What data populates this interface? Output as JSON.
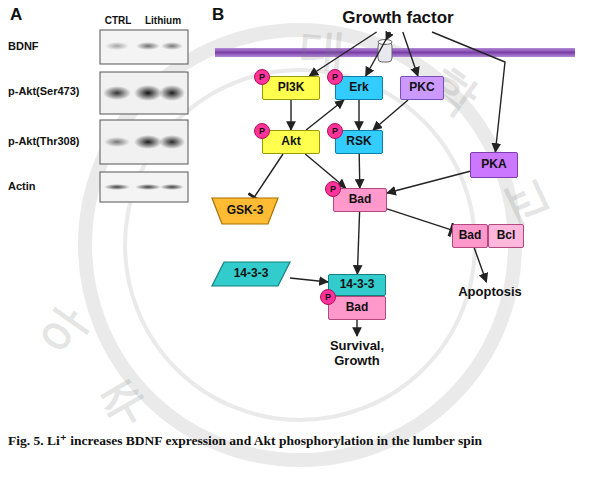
{
  "diagram": {
    "caption": "Fig. 5. Li⁺ increases BDNF expression and Akt phosphorylation in the lumber spin",
    "nodes": [
      {
        "text": [
          "Growth factor"
        ]
      },
      {
        "text": [
          "PI3K"
        ]
      },
      {
        "text": [
          "P"
        ],
        "in": 1
      },
      {
        "text": [
          "Erk"
        ]
      },
      {
        "text": [
          "P"
        ],
        "in": 3
      },
      {
        "text": [
          "PKC"
        ]
      },
      {
        "text": [
          "Akt"
        ]
      },
      {
        "text": [
          "P"
        ],
        "in": 6
      },
      {
        "text": [
          "RSK"
        ]
      },
      {
        "text": [
          "P"
        ],
        "in": 8
      },
      {
        "text": [
          "PKA"
        ]
      },
      {
        "text": [
          "GSK-3"
        ]
      },
      {
        "text": [
          "Bad"
        ]
      },
      {
        "text": [
          "P"
        ],
        "in": 12
      },
      {
        "text": [
          "Bad"
        ]
      },
      {
        "text": [
          "Bcl"
        ]
      },
      {
        "text": [
          "14-3-3"
        ]
      },
      {
        "text": [
          "14-3-3"
        ]
      },
      {
        "text": [
          "Bad"
        ]
      },
      {
        "text": [
          "P"
        ],
        "in": 18
      },
      {
        "text": [
          "Apoptosis"
        ]
      },
      {
        "text": [
          "Survival, Growth"
        ]
      }
    ],
    "edges": [
      {
        "from": 0,
        "to": 1,
        "arrow": "to"
      },
      {
        "from": 0,
        "to": 3,
        "arrow": "to"
      },
      {
        "from": 0,
        "to": 5,
        "arrow": "to"
      },
      {
        "from": 0,
        "to": 10,
        "arrow": "to"
      },
      {
        "from": 1,
        "to": 6,
        "arrow": "to"
      },
      {
        "from": 3,
        "to": 8,
        "arrow": "to"
      },
      {
        "from": 6,
        "to": 3,
        "arrow": "to"
      },
      {
        "from": 5,
        "to": 8,
        "arrow": "to"
      },
      {
        "from": 6,
        "to": 11,
        "arrow": "to"
      },
      {
        "from": 6,
        "to": 12,
        "arrow": "to"
      },
      {
        "from": 8,
        "to": 12,
        "arrow": "to"
      },
      {
        "from": 10,
        "to": 12,
        "arrow": "to"
      },
      {
        "from": 12,
        "to": 14,
        "arrow": "to"
      },
      {
        "from": 12,
        "to": 17,
        "arrow": "to"
      },
      {
        "from": 16,
        "to": 17,
        "arrow": "to"
      },
      {
        "from": 14,
        "to": 20,
        "arrow": "to"
      },
      {
        "from": 18,
        "to": 21,
        "arrow": "to"
      }
    ],
    "labels": [
      "A",
      "CTRL",
      "Lithium",
      "BDNF",
      "p-Akt(Ser473)",
      "p-Akt(Thr308)",
      "Actin",
      "B",
      "아",
      "주",
      "대",
      "학",
      "교"
    ]
  }
}
